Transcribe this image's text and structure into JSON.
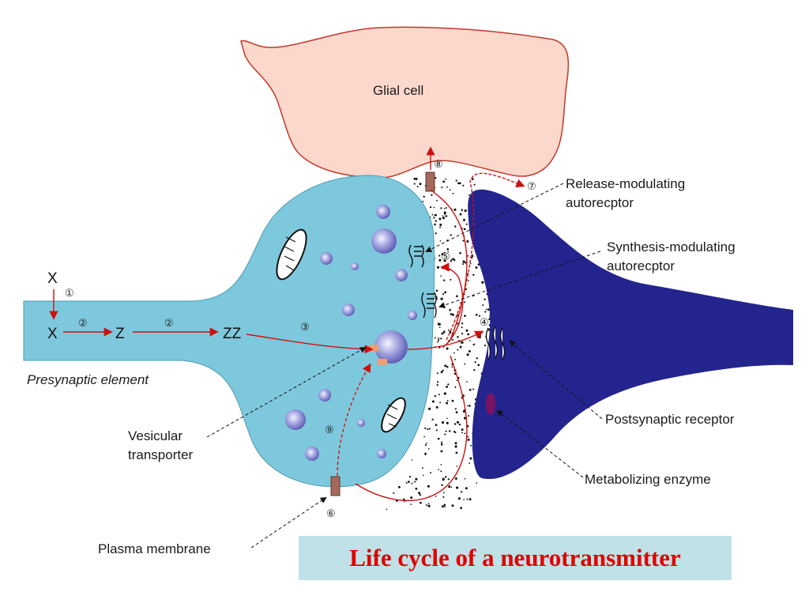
{
  "title": "Life cycle of a neurotransmitter",
  "labels": {
    "glial_cell": "Glial cell",
    "release_autoreceptor_1": "Release-modulating",
    "release_autoreceptor_2": "autorecptor",
    "synthesis_autoreceptor_1": "Synthesis-modulating",
    "synthesis_autoreceptor_2": "autorecptor",
    "presynaptic": "Presynaptic element",
    "vesicular_1": "Vesicular",
    "vesicular_2": "transporter",
    "postsynaptic_receptor": "Postsynaptic receptor",
    "metabolizing_enzyme": "Metabolizing enzyme",
    "plasma_membrane": "Plasma membrane",
    "x_top": "X",
    "x": "X",
    "z": "Z",
    "zz": "ZZ"
  },
  "steps": {
    "s1": "①",
    "s2a": "②",
    "s2b": "②",
    "s3": "③",
    "s4": "④",
    "s5": "⑤",
    "s6": "⑥",
    "s7": "⑦",
    "s8": "⑧",
    "s9": "⑨"
  },
  "colors": {
    "glial_fill": "#fcd8cc",
    "glial_stroke": "#c0392b",
    "presynaptic_fill": "#7ec8dd",
    "postsynaptic_fill": "#24248e",
    "arrow_red": "#cc1111",
    "title_bg": "#bfe1e7",
    "title_text": "#e00000"
  }
}
